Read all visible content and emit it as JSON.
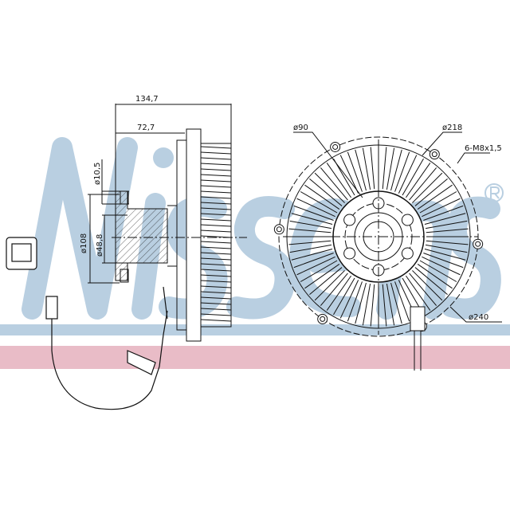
{
  "watermark": {
    "brand": "Nissens",
    "registered_mark": "®",
    "color": "#b9cfe1",
    "band_blue": "#b9cfe1",
    "band_pink": "#e9bcc7"
  },
  "side_view": {
    "overall_length": "134,7",
    "hub_length": "72,7",
    "bolt_hole_diameter": "ø10,5",
    "flange_diameter": "ø108",
    "pilot_diameter": "ø48,8"
  },
  "front_view": {
    "hub_diameter": "ø90",
    "body_diameter": "ø218",
    "threads": "6-M8x1,5",
    "outer_diameter": "ø240"
  }
}
